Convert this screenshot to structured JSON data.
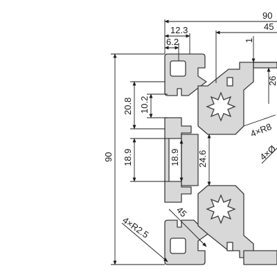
{
  "diagram": {
    "colors": {
      "profile_fill": "#d8d8d8",
      "profile_stroke": "#3b3b3b",
      "dimension_line": "#1a1a1a"
    },
    "dimensions": {
      "overall_width": "90",
      "top_right_width": "45",
      "slot_offset": "12.3",
      "slot_opening": "6.2",
      "wall_thickness": "1",
      "right_side_partial": "26",
      "overall_height": "90",
      "slot_group_height": "20.8",
      "slot_neck": "10.2",
      "left_slot_height": "18.9",
      "inner_slot_height": "18.9",
      "core_span": "24.6",
      "chamfer": "45",
      "corner_radius_r25": "4×R2.5",
      "corner_radius_r8": "4×R8",
      "hole_note_partial": "4×Ø"
    }
  }
}
